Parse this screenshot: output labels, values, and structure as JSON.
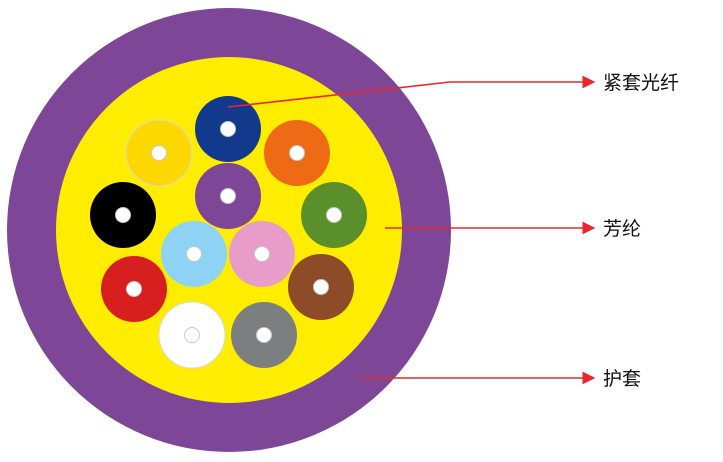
{
  "colors": {
    "jacket": "#7e4697",
    "aramid": "#ffed00",
    "core": "#ffffff",
    "core_border": "#c7c7c7",
    "leader": "#e8262c",
    "label_text": "#111111"
  },
  "fibers": [
    {
      "name": "fiber-blue",
      "color": "#123a8c"
    },
    {
      "name": "fiber-orange",
      "color": "#ee6a14"
    },
    {
      "name": "fiber-green",
      "color": "#5b8f2c"
    },
    {
      "name": "fiber-brown",
      "color": "#8e4b28"
    },
    {
      "name": "fiber-gray",
      "color": "#7b7f80"
    },
    {
      "name": "fiber-white",
      "color": "#ffffff"
    },
    {
      "name": "fiber-red",
      "color": "#d71f1f"
    },
    {
      "name": "fiber-black",
      "color": "#000000"
    },
    {
      "name": "fiber-yellow",
      "color": "#fcd700"
    },
    {
      "name": "fiber-violet",
      "color": "#7e4697"
    },
    {
      "name": "fiber-aqua",
      "color": "#8fd3f4"
    },
    {
      "name": "fiber-rose",
      "color": "#e79cc9"
    }
  ],
  "labels": {
    "tight_buffer": "紧套光纤",
    "aramid": "芳纶",
    "jacket": "护套"
  }
}
